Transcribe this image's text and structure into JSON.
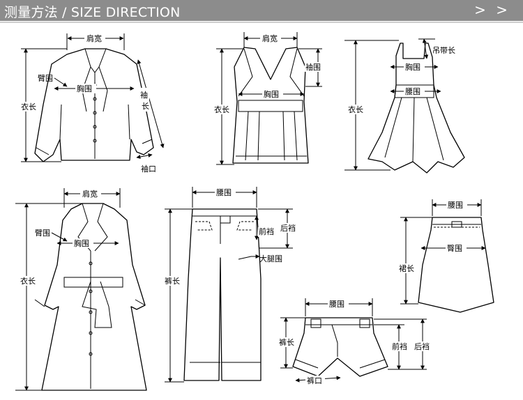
{
  "header": {
    "title": "测量方法 / SIZE DIRECTION",
    "arrows": "> >"
  },
  "labels": {
    "shirt": {
      "shoulder": "肩宽",
      "sleeve_circ": "臂围",
      "chest": "胸围",
      "length": "衣长",
      "sleeve_len": "袖长",
      "cuff": "袖口"
    },
    "vest": {
      "shoulder": "肩宽",
      "armhole": "袖围",
      "chest": "胸围",
      "length": "衣长"
    },
    "dress": {
      "strap": "吊带长",
      "chest": "胸围",
      "waist": "腰围",
      "length": "衣长"
    },
    "coat": {
      "shoulder": "肩宽",
      "sleeve_circ": "臂围",
      "chest": "胸围",
      "length": "衣长"
    },
    "pants": {
      "waist": "腰围",
      "front_rise": "前裆",
      "back_rise": "后裆",
      "thigh": "大腿围",
      "length": "裤长"
    },
    "skirt": {
      "waist": "腰围",
      "hip": "臀围",
      "length": "裙长"
    },
    "shorts": {
      "waist": "腰围",
      "length": "裤长",
      "front_rise": "前裆",
      "back_rise": "后裆",
      "hem": "裤口"
    }
  }
}
